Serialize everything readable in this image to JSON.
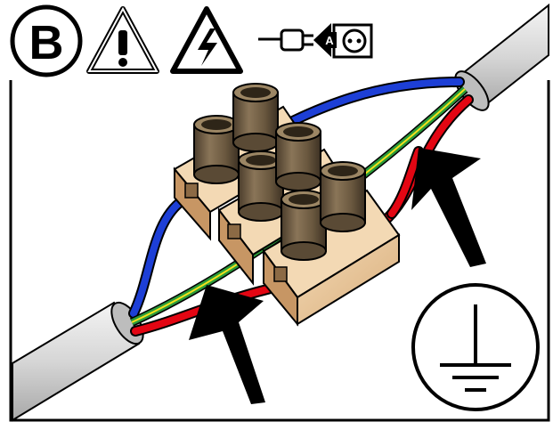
{
  "step": {
    "letter": "B"
  },
  "header": {
    "icons": [
      "warning-icon",
      "electric-shock-warning-icon",
      "unplug-from-socket-icon"
    ],
    "plug_badge": "A"
  },
  "illustration": {
    "subject": "terminal-block-wire-connection",
    "wire_colors": {
      "live": "#e30613",
      "neutral": "#1d3fd6",
      "earth_green": "#2a9a3a",
      "earth_yellow": "#f2e21c",
      "cable_sheath": "#d9d9d9",
      "terminal_body": "#e9c9a0",
      "terminal_tubes": "#6e5c45"
    },
    "symbols": [
      "protective-earth-icon",
      "insert-arrow-icon",
      "insert-arrow-icon"
    ]
  }
}
